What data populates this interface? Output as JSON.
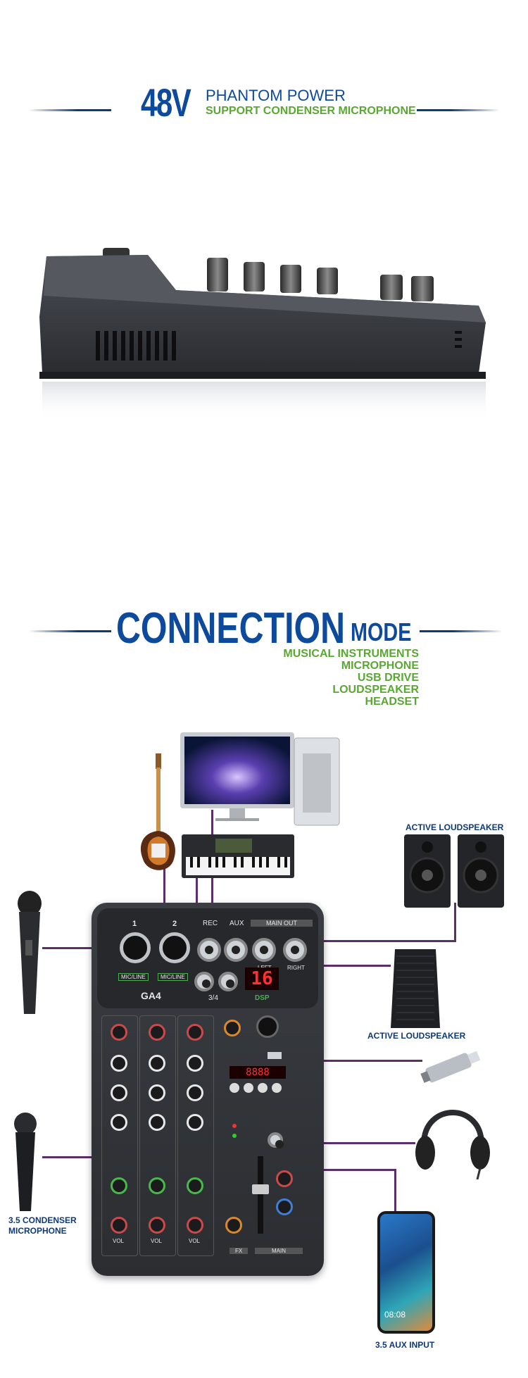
{
  "header1": {
    "big": "48V",
    "line1": "PHANTOM POWER",
    "line2": "SUPPORT CONDENSER MICROPHONE"
  },
  "header2": {
    "big": "CONNECTION",
    "small": "MODE",
    "items": [
      "MUSICAL INSTRUMENTS",
      "MICROPHONE",
      "USB DRIVE",
      "LOUDSPEAKER",
      "HEADSET"
    ]
  },
  "labels": {
    "active_loudspeaker_top": "ACTIVE LOUDSPEAKER",
    "active_loudspeaker_mid": "ACTIVE LOUDSPEAKER",
    "condenser_mic": "3.5 CONDENSER\nMICROPHONE",
    "aux_input": "3.5 AUX INPUT"
  },
  "panel": {
    "brand": "GA4",
    "display": "16",
    "ch1": "1",
    "ch2": "2",
    "mic_line": "MIC/LINE",
    "rec": "REC",
    "aux": "AUX",
    "main_out": "MAIN OUT",
    "left": "LEFT",
    "right": "RIGHT",
    "ch34": "3/4",
    "dsp": "DSP",
    "phone_time": "08:08",
    "vol": "VOL",
    "fx": "FX",
    "main": "MAIN",
    "led": "8888"
  },
  "colors": {
    "brand_blue": "#0e4a9c",
    "accent_green": "#5aa733",
    "cable": "#5b2f6b"
  }
}
